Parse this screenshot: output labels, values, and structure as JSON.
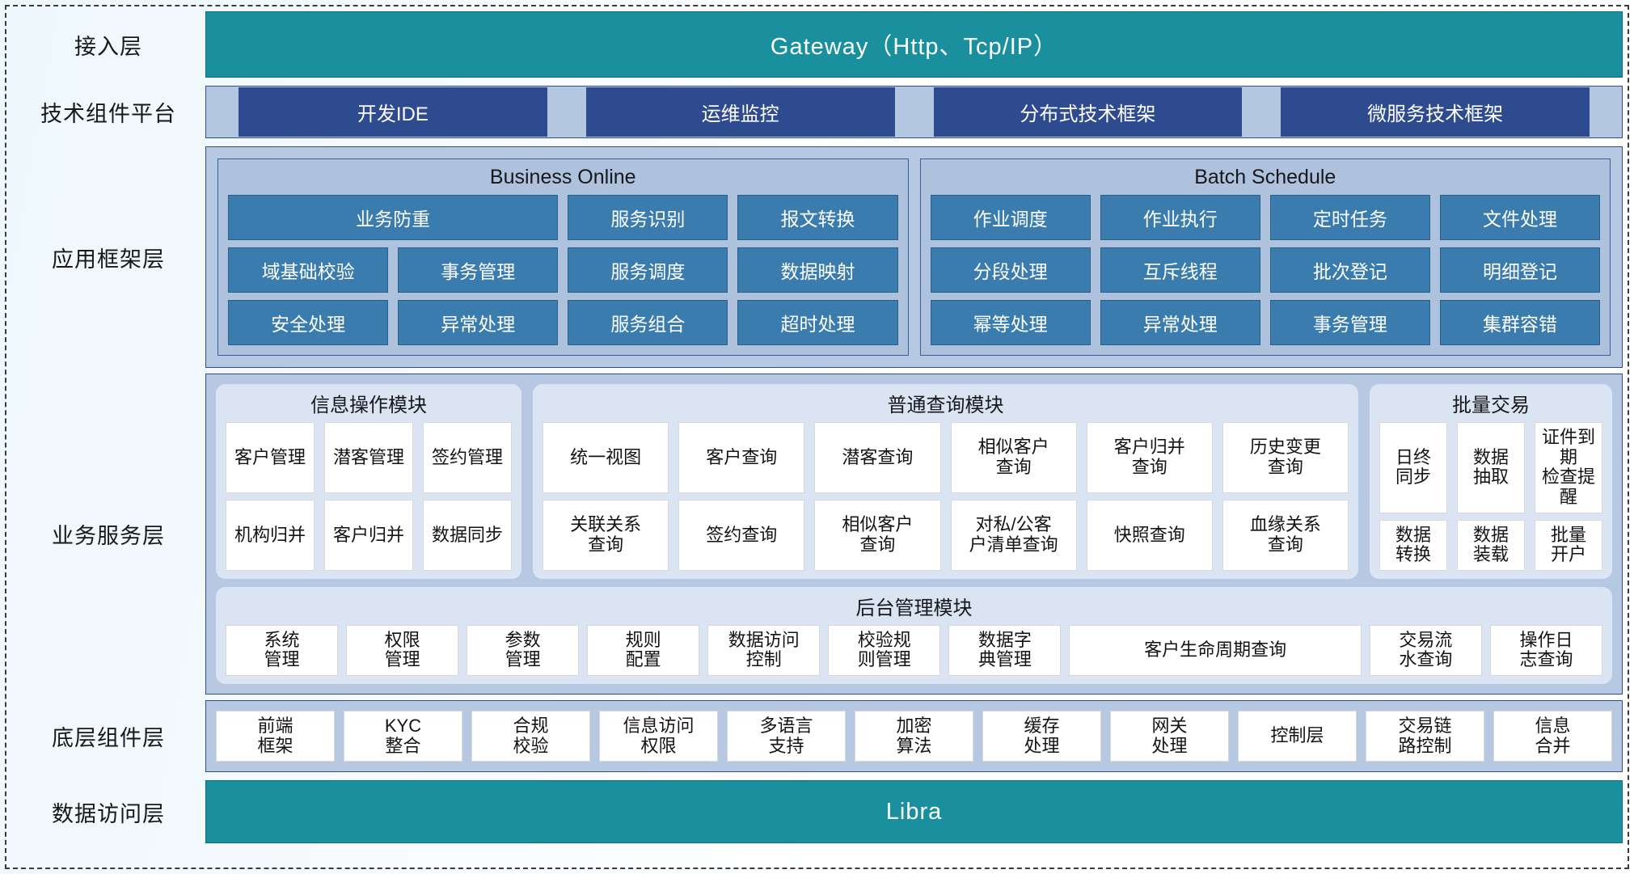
{
  "layers": {
    "access": {
      "label": "接入层",
      "bar": "Gateway（Http、Tcp/IP）"
    },
    "tech_platform": {
      "label": "技术组件平台",
      "items": [
        "开发IDE",
        "运维监控",
        "分布式技术框架",
        "微服务技术框架"
      ]
    },
    "app_framework": {
      "label": "应用框架层",
      "groups": [
        {
          "title": "Business Online",
          "cells": [
            {
              "text": "业务防重",
              "span": 2
            },
            {
              "text": "服务识别",
              "span": 1
            },
            {
              "text": "报文转换",
              "span": 1
            },
            {
              "text": "域基础校验",
              "span": 1
            },
            {
              "text": "事务管理",
              "span": 1
            },
            {
              "text": "服务调度",
              "span": 1
            },
            {
              "text": "数据映射",
              "span": 1
            },
            {
              "text": "安全处理",
              "span": 1
            },
            {
              "text": "异常处理",
              "span": 1
            },
            {
              "text": "服务组合",
              "span": 1
            },
            {
              "text": "超时处理",
              "span": 1
            }
          ]
        },
        {
          "title": "Batch Schedule",
          "cells": [
            {
              "text": "作业调度",
              "span": 1
            },
            {
              "text": "作业执行",
              "span": 1
            },
            {
              "text": "定时任务",
              "span": 1
            },
            {
              "text": "文件处理",
              "span": 1
            },
            {
              "text": "分段处理",
              "span": 1
            },
            {
              "text": "互斥线程",
              "span": 1
            },
            {
              "text": "批次登记",
              "span": 1
            },
            {
              "text": "明细登记",
              "span": 1
            },
            {
              "text": "幂等处理",
              "span": 1
            },
            {
              "text": "异常处理",
              "span": 1
            },
            {
              "text": "事务管理",
              "span": 1
            },
            {
              "text": "集群容错",
              "span": 1
            }
          ]
        }
      ]
    },
    "business_service": {
      "label": "业务服务层",
      "modules": [
        {
          "title": "信息操作模块",
          "cells": [
            "客户管理",
            "潜客管理",
            "签约管理",
            "机构归并",
            "客户归并",
            "数据同步"
          ]
        },
        {
          "title": "普通查询模块",
          "cells": [
            "统一视图",
            "客户查询",
            "潜客查询",
            "相似客户\n查询",
            "客户归并\n查询",
            "历史变更\n查询",
            "关联关系\n查询",
            "签约查询",
            "相似客户\n查询",
            "对私/公客\n户清单查询",
            "快照查询",
            "血缘关系\n查询"
          ]
        },
        {
          "title": "批量交易",
          "cells": [
            "日终\n同步",
            "数据\n抽取",
            "证件到期\n检查提醒",
            "数据\n转换",
            "数据\n装载",
            "批量\n开户"
          ]
        }
      ],
      "admin_module": {
        "title": "后台管理模块",
        "cells": [
          "系统\n管理",
          "权限\n管理",
          "参数\n管理",
          "规则\n配置",
          "数据访问\n控制",
          "校验规\n则管理",
          "数据字\n典管理",
          "客户生命周期查询",
          "交易流\n水查询",
          "操作日\n志查询"
        ]
      }
    },
    "bottom_component": {
      "label": "底层组件层",
      "cells": [
        "前端\n框架",
        "KYC\n整合",
        "合规\n校验",
        "信息访问\n权限",
        "多语言\n支持",
        "加密\n算法",
        "缓存\n处理",
        "网关\n处理",
        "控制层",
        "交易链\n路控制",
        "信息\n合并"
      ]
    },
    "data_access": {
      "label": "数据访问层",
      "bar": "Libra"
    }
  },
  "colors": {
    "teal": "#1a8f9e",
    "panel_blue": "#b6c8e2",
    "chip_navy": "#2e4b8f",
    "cell_blue": "#3a7cae",
    "module_bg": "#dbe4f3"
  }
}
